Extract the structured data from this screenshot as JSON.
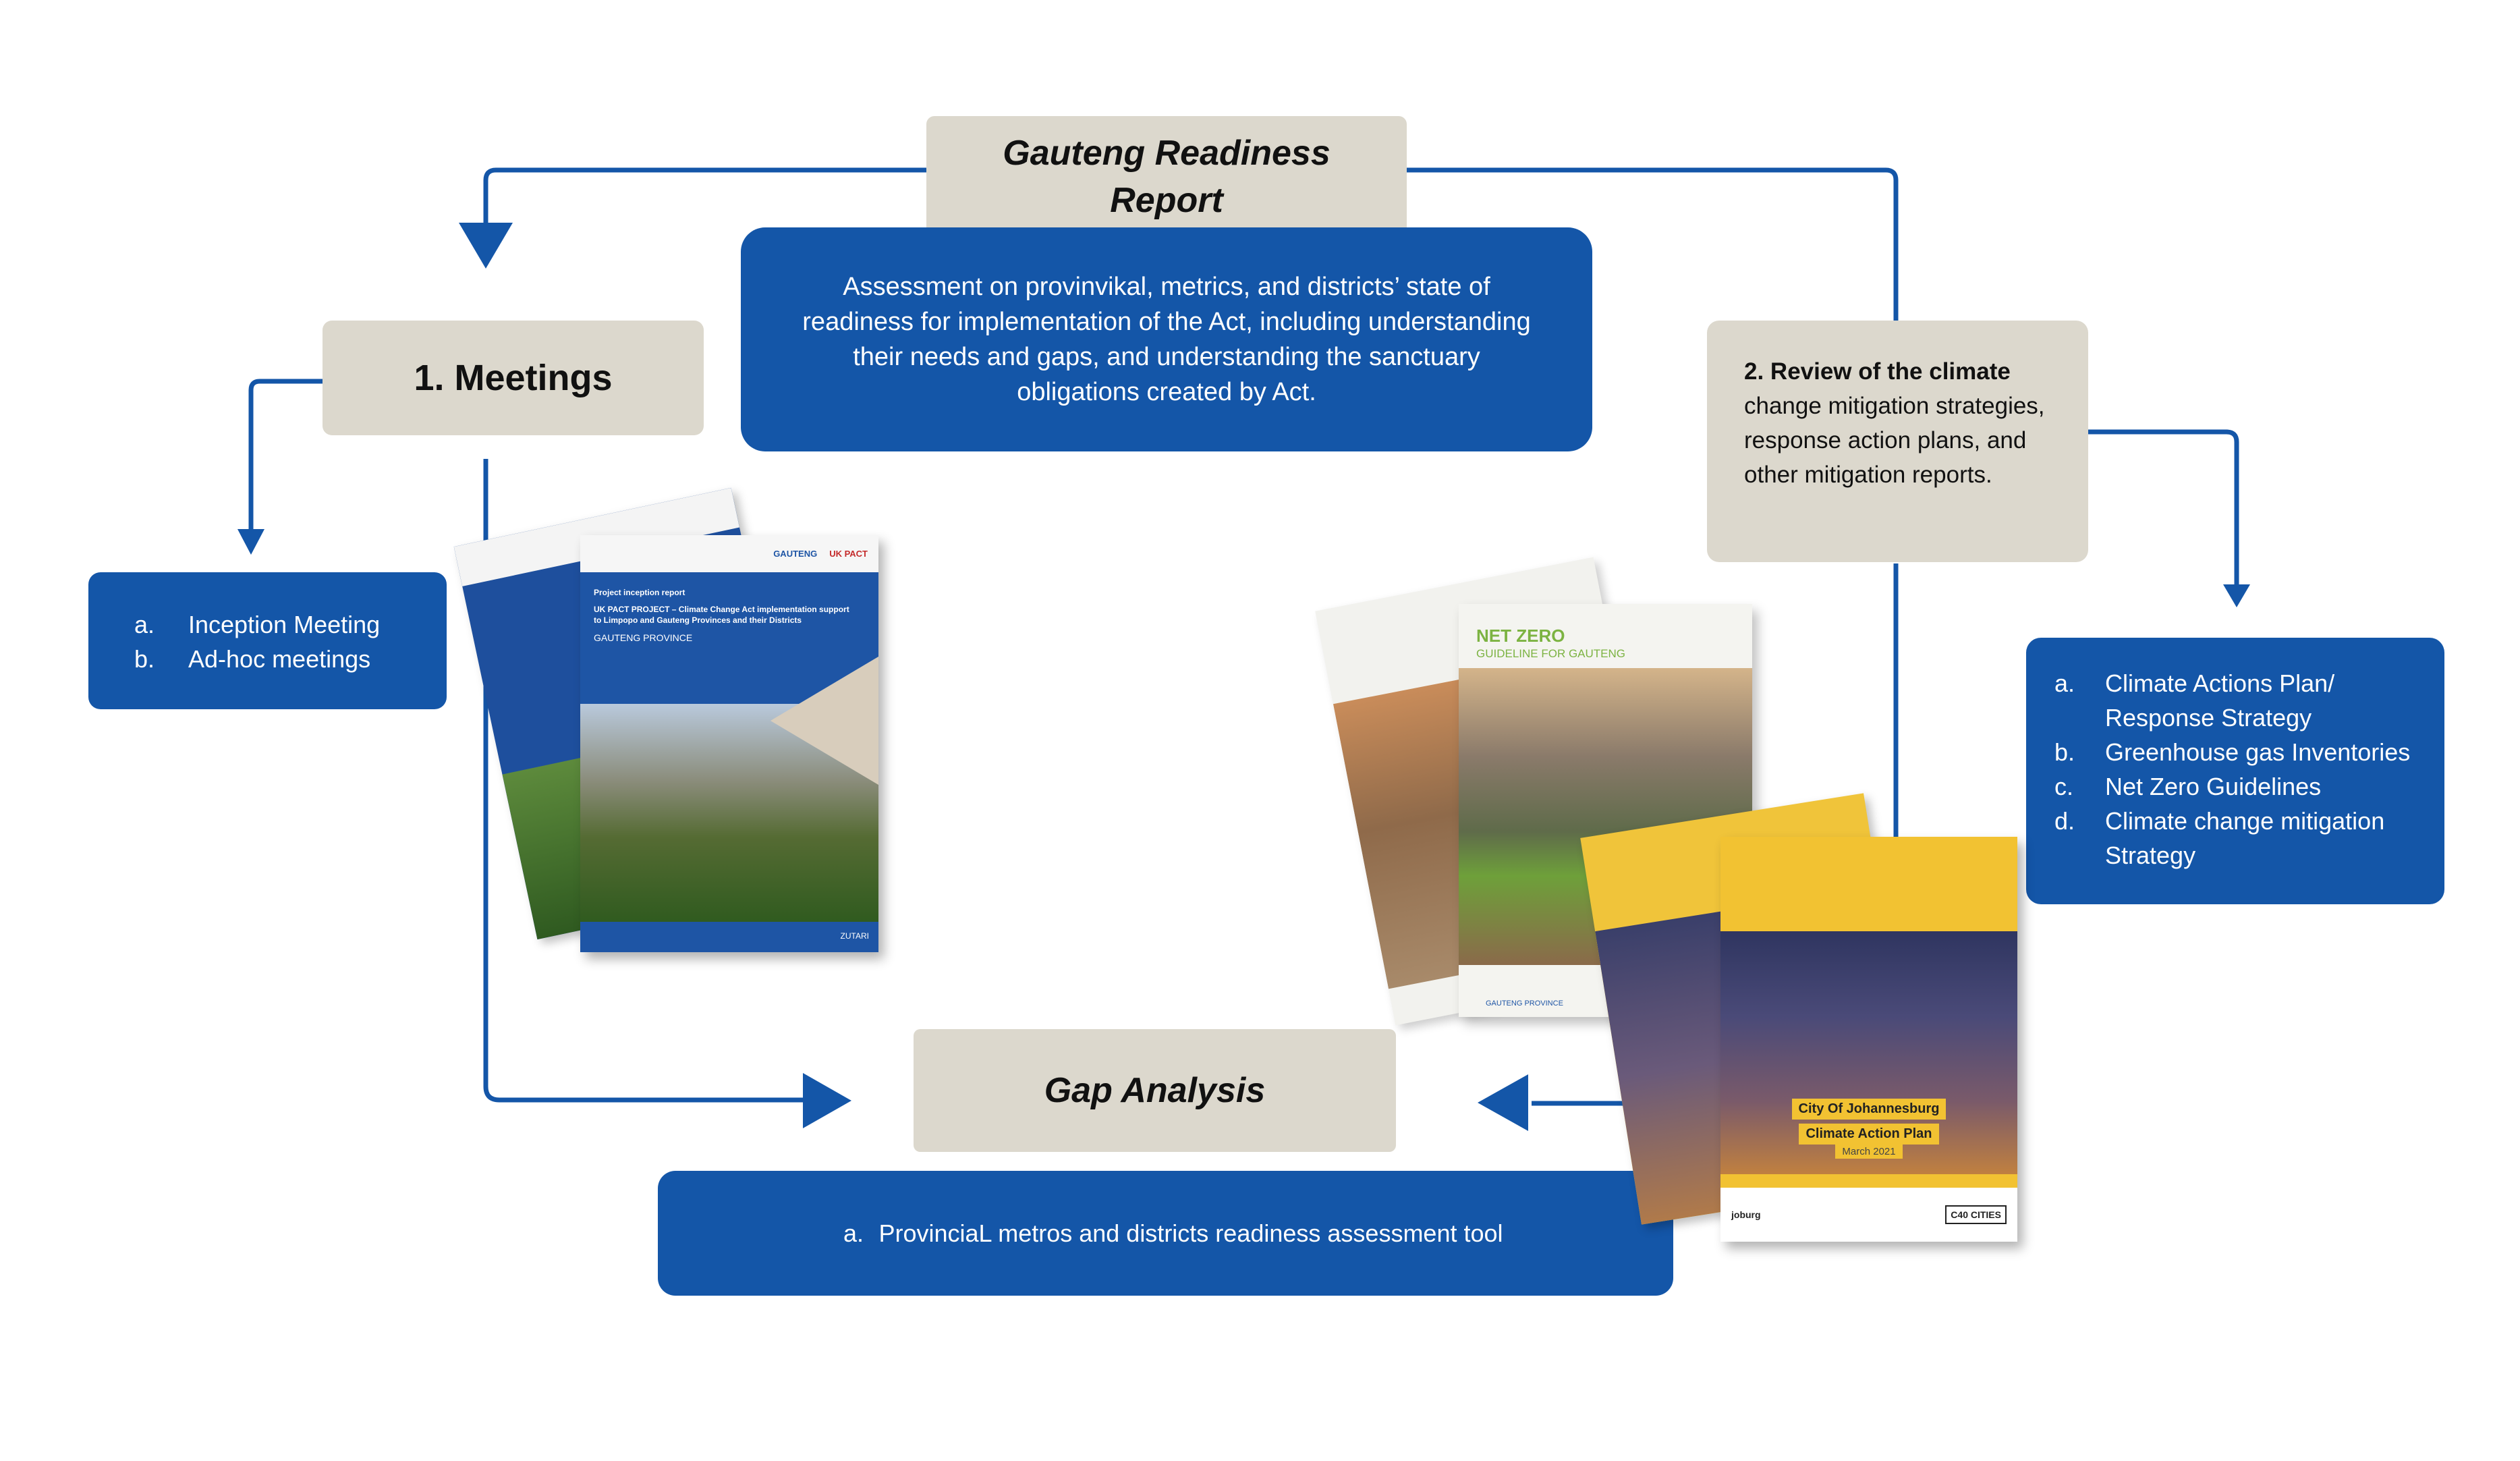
{
  "report": {
    "title": "Gauteng Readiness Report",
    "description": "Assessment on provinvikal, metrics, and districts’ state of readiness for implementation of the Act, including understanding their needs and gaps, and understanding the sanctuary obligations created by Act."
  },
  "meetings": {
    "title": "1. Meetings",
    "items": [
      {
        "marker": "a.",
        "label": "Inception Meeting"
      },
      {
        "marker": "b.",
        "label": "Ad-hoc meetings"
      }
    ]
  },
  "review": {
    "title": "2. Review of the climate",
    "body": "change mitigation strategies, response action plans, and other mitigation reports.",
    "items": [
      {
        "marker": "a.",
        "label": "Climate Actions Plan/ Response Strategy"
      },
      {
        "marker": "b.",
        "label": "Greenhouse gas Inventories"
      },
      {
        "marker": "c.",
        "label": "Net Zero Guidelines"
      },
      {
        "marker": "d.",
        "label": "Climate change mitigation Strategy"
      }
    ]
  },
  "gap": {
    "title": "Gap Analysis",
    "items": [
      {
        "marker": "a.",
        "label": "ProvinciaL metros and districts readiness assessment tool"
      }
    ]
  },
  "documents": {
    "inception_report": {
      "brand": "GAUTENG",
      "partner": "UK PACT",
      "kicker": "Project inception report",
      "title": "UK PACT PROJECT – Climate Change Act implementation support to Limpopo and Gauteng Provinces and their Districts",
      "subtitle": "GAUTENG PROVINCE",
      "footer": "ZUTARI"
    },
    "net_zero": {
      "title": "NET ZERO",
      "subtitle": "GUIDELINE FOR GAUTENG",
      "footer": "GAUTENG PROVINCE"
    },
    "joburg_plan": {
      "line1": "City Of Johannesburg",
      "line2": "Climate Action Plan",
      "date": "March 2021",
      "logo_left": "joburg",
      "logo_right": "C40 CITIES"
    }
  },
  "colors": {
    "blue": "#1456a8",
    "beige": "#dcd8cd",
    "arrow": "#1456a8"
  }
}
